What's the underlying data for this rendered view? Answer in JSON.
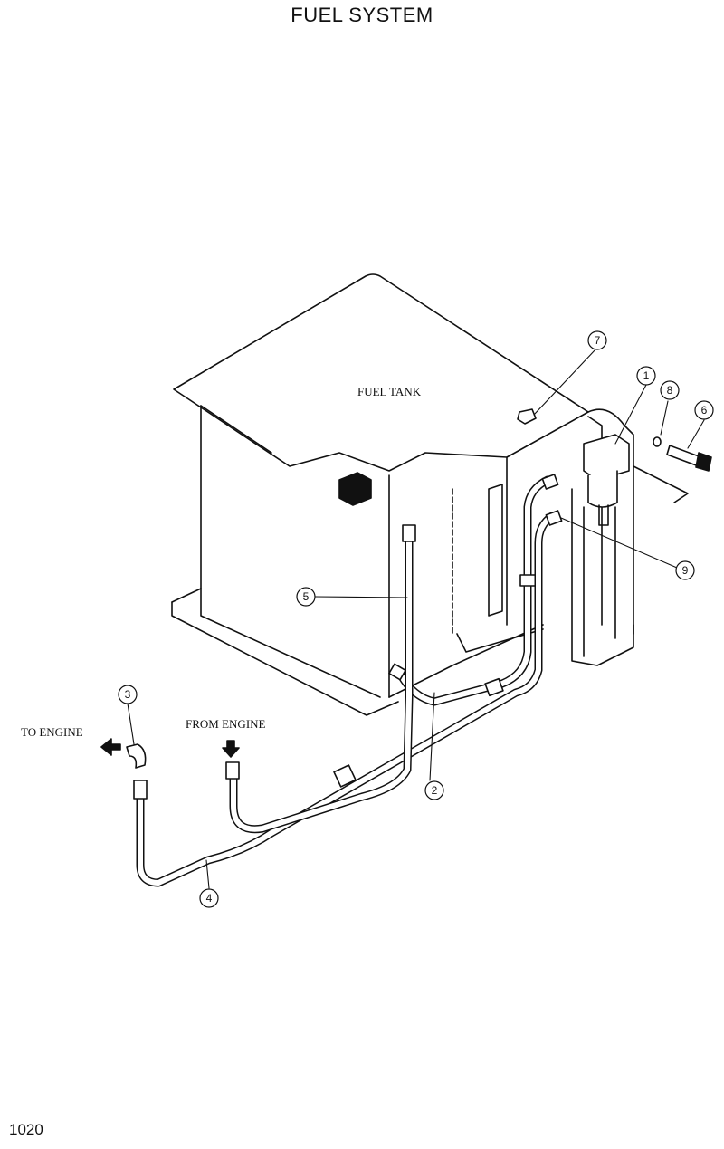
{
  "header": {
    "title": "FUEL SYSTEM"
  },
  "footer": {
    "page_number": "1020"
  },
  "diagram": {
    "labels": {
      "fuel_tank": "FUEL TANK",
      "to_engine": "TO ENGINE",
      "from_engine": "FROM ENGINE"
    },
    "callouts": [
      "1",
      "2",
      "3",
      "4",
      "5",
      "6",
      "7",
      "8",
      "9"
    ]
  }
}
